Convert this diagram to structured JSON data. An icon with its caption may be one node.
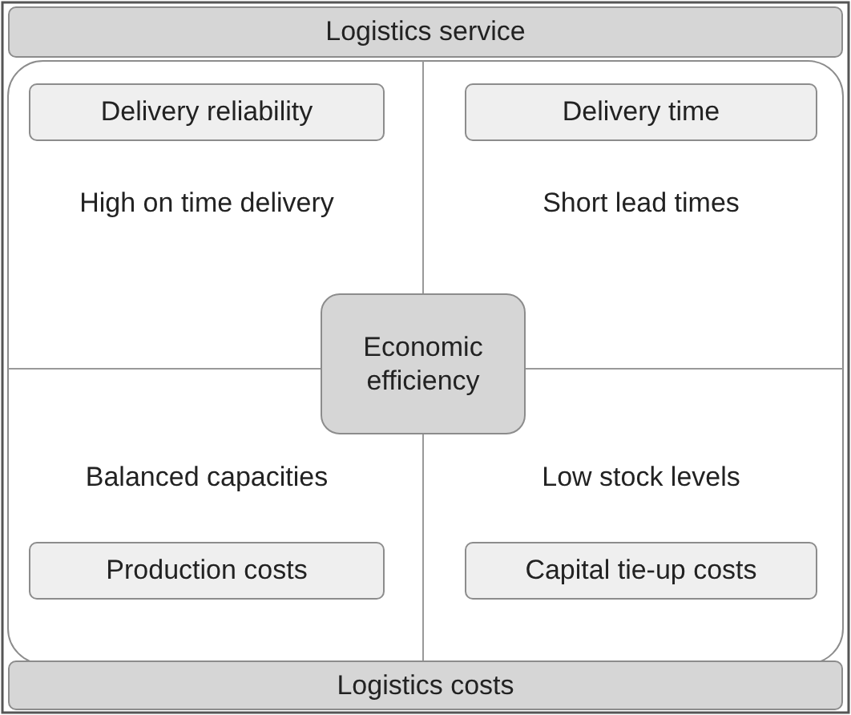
{
  "diagram": {
    "nodes": [
      {
        "text": [
          "Logistics service"
        ]
      },
      {
        "text": [
          "Delivery reliability"
        ],
        "beside": [
          "High on time delivery"
        ]
      },
      {
        "text": [
          "Delivery time"
        ],
        "beside": [
          "Short lead times"
        ]
      },
      {
        "text": [
          "Economic efficiency"
        ]
      },
      {
        "text": [
          "Production costs"
        ],
        "beside": [
          "Balanced capacities"
        ]
      },
      {
        "text": [
          "Capital tie-up costs"
        ],
        "beside": [
          "Low stock levels"
        ]
      },
      {
        "text": [
          "Logistics costs"
        ]
      }
    ],
    "edges": []
  }
}
